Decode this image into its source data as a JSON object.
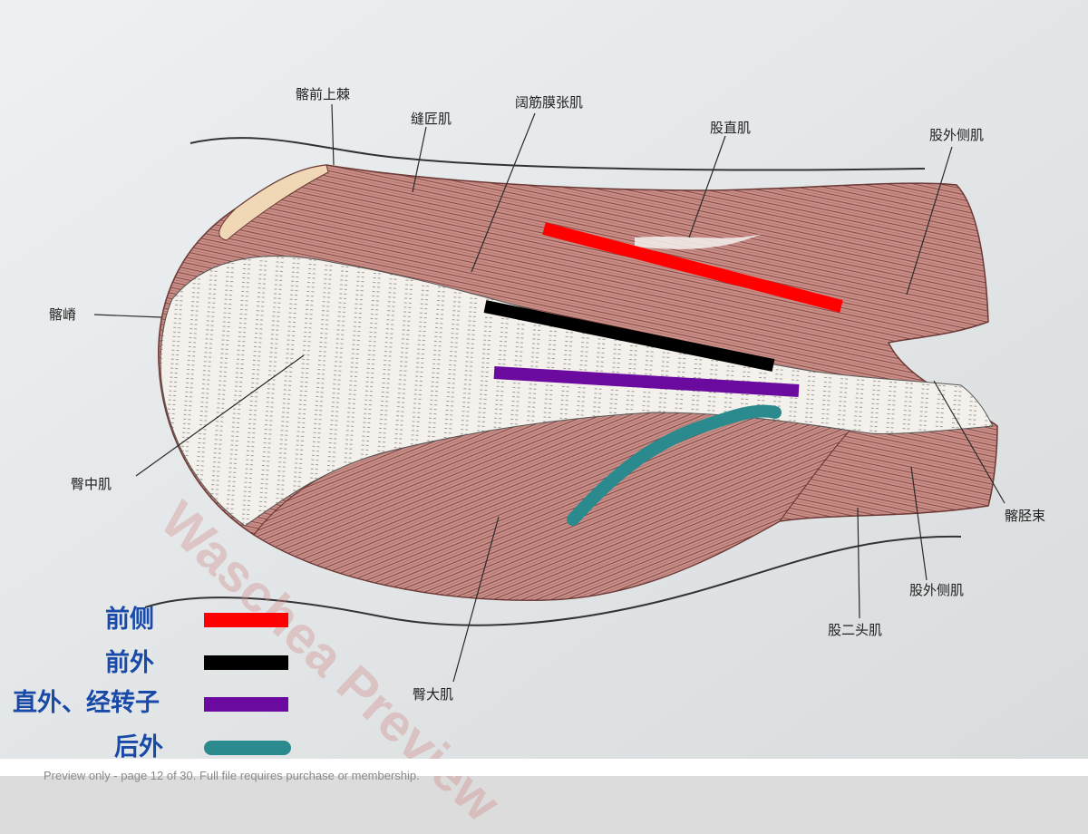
{
  "labels": {
    "asis": "髂前上棘",
    "sartorius": "缝匠肌",
    "tfl": "阔筋膜张肌",
    "rectus": "股直肌",
    "vl_top": "股外侧肌",
    "crest": "髂嵴",
    "gmed": "臀中肌",
    "itband": "髂胫束",
    "vl_bottom": "股外侧肌",
    "biceps": "股二头肌",
    "gmax": "臀大肌"
  },
  "legend": [
    {
      "label": "前侧",
      "color": "#ff0000"
    },
    {
      "label": "前外",
      "color": "#000000"
    },
    {
      "label": "直外、经转子",
      "color": "#6a0a9e"
    },
    {
      "label": "后外",
      "color": "#2a8a8e"
    }
  ],
  "colors": {
    "muscle": "#c98f86",
    "muscle_dark": "#8a4a45",
    "fascia": "#f2efe9",
    "background": "#e6eaec"
  },
  "watermark": "Waschea Preview",
  "footer": "Preview only - page 12 of 30. Full file requires purchase or membership."
}
